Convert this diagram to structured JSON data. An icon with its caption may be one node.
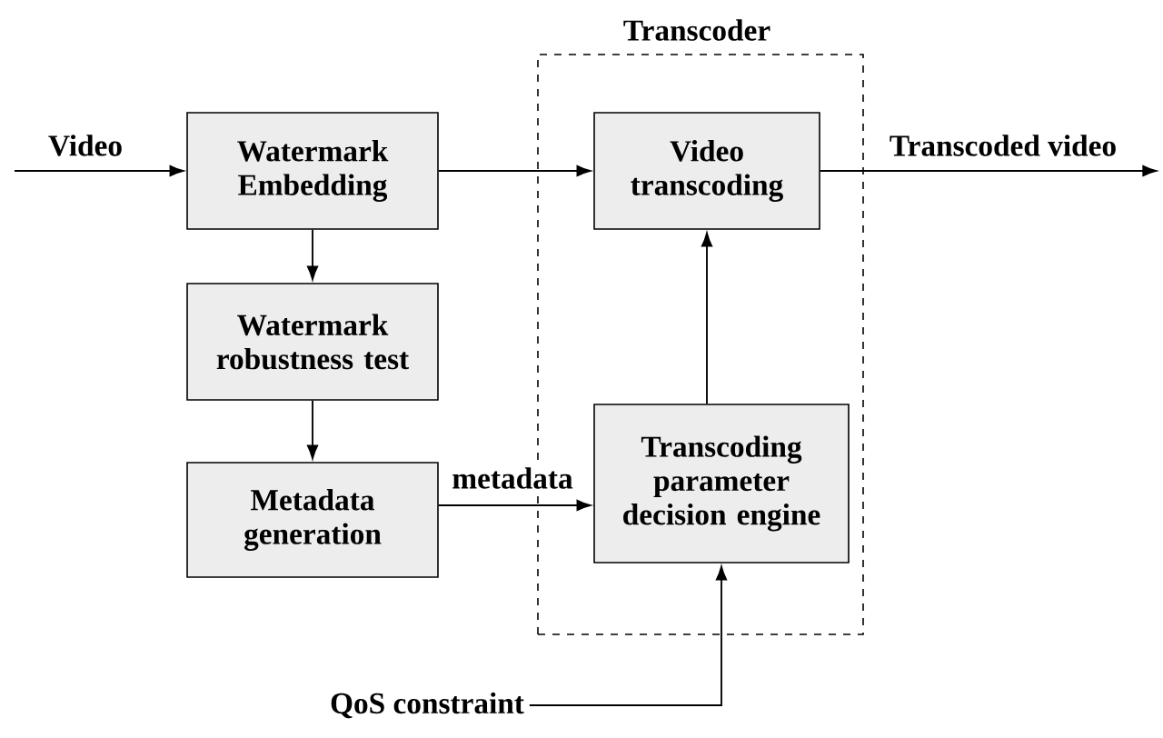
{
  "diagram": {
    "nodes": [
      {
        "text": [
          "Transcoder"
        ]
      },
      {
        "text": [
          "Watermark Embedding"
        ]
      },
      {
        "text": [
          "Video transcoding"
        ],
        "in": 0
      },
      {
        "text": [
          "Watermark robustness test"
        ]
      },
      {
        "text": [
          "Metadata generation"
        ]
      },
      {
        "text": [
          "Transcoding parameter decision engine"
        ],
        "in": 0
      },
      {
        "text": [
          "QoS constraint"
        ]
      }
    ],
    "edges": [
      {
        "from": null,
        "to": 1,
        "arrow": "to",
        "label": "Video"
      },
      {
        "from": 1,
        "to": 2,
        "arrow": "to"
      },
      {
        "from": 2,
        "to": null,
        "arrow": "to",
        "label": "Transcoded video"
      },
      {
        "from": 1,
        "to": 3,
        "arrow": "to"
      },
      {
        "from": 3,
        "to": 4,
        "arrow": "to"
      },
      {
        "from": 4,
        "to": 5,
        "arrow": "to",
        "label": "metadata"
      },
      {
        "from": 5,
        "to": 2,
        "arrow": "to"
      },
      {
        "from": 6,
        "to": 5,
        "arrow": "to"
      }
    ]
  }
}
